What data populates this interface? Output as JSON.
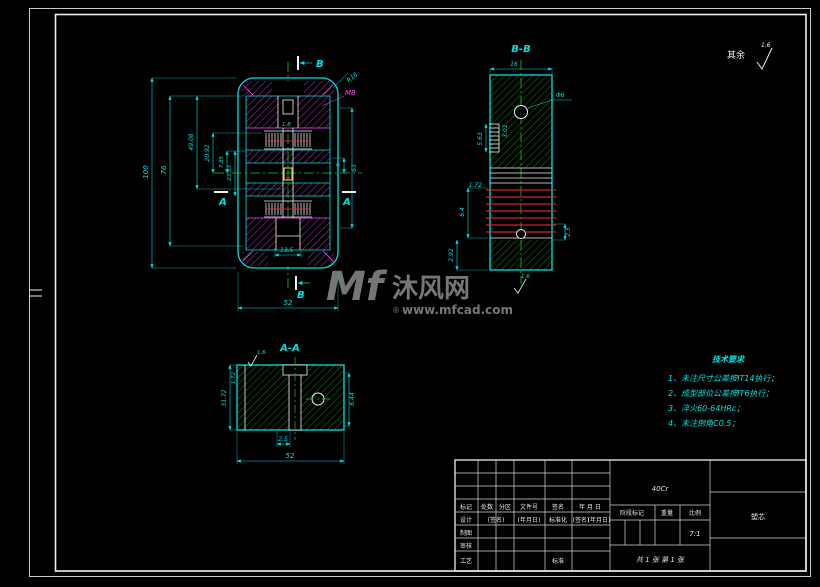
{
  "surface_note": {
    "label": "其余",
    "value": "1.6"
  },
  "watermark": {
    "logo": "Mf",
    "brand": "沐风网",
    "reg": "®",
    "url": "www.mfcad.com"
  },
  "main_view": {
    "labels": {
      "b": "B",
      "a": "A"
    },
    "dims": {
      "h100": "100",
      "h76": "76",
      "h4908": "49.08",
      "h2092": "20.92",
      "h785": "7.85",
      "h2383": "23.83",
      "w18": "1.8",
      "w135": "13.5",
      "w52": "52",
      "h63": "63",
      "h8": "8",
      "r16": "R16",
      "m8": "M8"
    }
  },
  "bb_view": {
    "title": "B-B",
    "dims": {
      "d16": "16",
      "d563": "5.63",
      "d301": "3.01",
      "phi6": "Φ6",
      "d172": "1.72",
      "d64": "6.4",
      "d292": "2.92",
      "d25": "2.5",
      "rough": "1.6"
    }
  },
  "aa_view": {
    "title": "A-A",
    "dims": {
      "d3172": "31.72",
      "d172": "1.72",
      "d644": "6.44",
      "d25": "2.5",
      "d52": "52",
      "rough": "1.6"
    }
  },
  "tech": {
    "title": "技术要求",
    "items": [
      "1、未注尺寸公差按IT14执行；",
      "2、成型部位公差按IT6执行；",
      "3、淬火60-64HRc；",
      "4、未注倒角C0.5；"
    ]
  },
  "title_block": {
    "material": "40Cr",
    "part_name": "塑芯",
    "scale_value": "7:1",
    "sheets": "共 1 张  第 1 张",
    "labels": {
      "mark": "标记",
      "count": "处数",
      "zone": "分区",
      "doc_no": "文件号",
      "sign": "签名",
      "date": "年 月 日",
      "design": "设计",
      "sign_p": "(签名)",
      "date_p": "(年月日)",
      "standardize": "标准化",
      "draw": "制图",
      "check": "审核",
      "process": "工艺",
      "approve": "标准",
      "stage_mark": "阶段标记",
      "weight": "重量",
      "scale": "比例"
    }
  }
}
